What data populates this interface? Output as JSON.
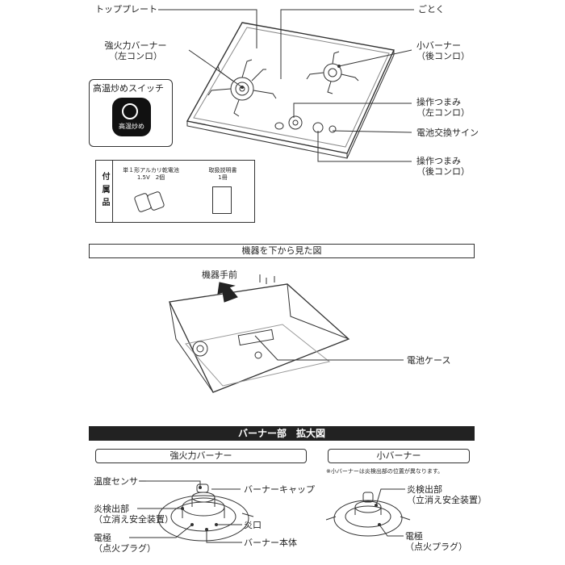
{
  "top_labels": {
    "top_plate": "トッププレート",
    "gotoku": "ごとく",
    "strong_burner": "強火力バーナー",
    "strong_burner_sub": "（左コンロ）",
    "small_burner": "小バーナー",
    "small_burner_sub": "（後コンロ）",
    "knob_left": "操作つまみ",
    "knob_left_sub": "（左コンロ）",
    "battery_sign": "電池交換サイン",
    "knob_rear": "操作つまみ",
    "knob_rear_sub": "（後コンロ）"
  },
  "high_temp_switch": {
    "title": "高温炒めスイッチ",
    "button_text": "高温炒め"
  },
  "accessories": {
    "heading": "付属品",
    "battery_line1": "単１形アルカリ乾電池",
    "battery_line2": "1.5V　2個",
    "manual_line1": "取扱説明書",
    "manual_line2": "1冊"
  },
  "bottom_view": {
    "title": "機器を下から見た図",
    "front_label": "機器手前",
    "battery_case": "電池ケース"
  },
  "burner_section": {
    "title": "バーナー部　拡大図",
    "strong_title": "強火力バーナー",
    "small_title": "小バーナー",
    "small_note": "※小バーナーは炎検出部の位置が異なります。",
    "temp_sensor": "温度センサー",
    "burner_cap": "バーナーキャップ",
    "flame_detector": "炎検出部",
    "flame_detector_sub": "（立消え安全装置）",
    "flame_port": "炎口",
    "electrode": "電極",
    "electrode_sub": "（点火プラグ）",
    "burner_body": "バーナー本体",
    "small_flame_detector": "炎検出部",
    "small_flame_detector_sub": "（立消え安全装置）",
    "small_electrode": "電極",
    "small_electrode_sub": "（点火プラグ）"
  }
}
